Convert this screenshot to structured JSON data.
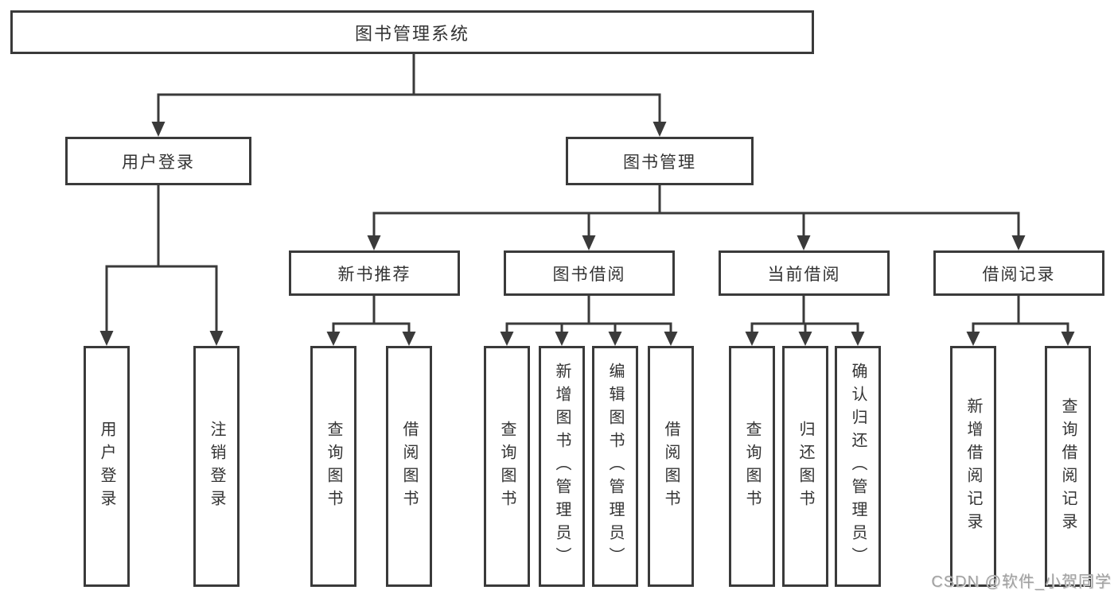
{
  "diagram": {
    "root": {
      "label": "图书管理系统"
    },
    "level2": {
      "user_login": {
        "label": "用户登录"
      },
      "book_management": {
        "label": "图书管理"
      }
    },
    "level3": {
      "new_book_recommend": {
        "label": "新书推荐"
      },
      "book_borrow": {
        "label": "图书借阅"
      },
      "current_borrow": {
        "label": "当前借阅"
      },
      "borrow_record": {
        "label": "借阅记录"
      }
    },
    "leaves": {
      "user_login": [
        "用户登录",
        "注销登录"
      ],
      "new_book_recommend": [
        "查询图书",
        "借阅图书"
      ],
      "book_borrow": [
        "查询图书",
        "新增图书（管理员）",
        "编辑图书（管理员）",
        "借阅图书"
      ],
      "current_borrow": [
        "查询图书",
        "归还图书",
        "确认归还（管理员）"
      ],
      "borrow_record": [
        "新增借阅记录",
        "查询借阅记录"
      ]
    }
  },
  "watermark": {
    "text": "CSDN @软件_小贺同学"
  },
  "colors": {
    "line": "#3a3a3a",
    "text": "#333333",
    "watermark": "#a0a0a0",
    "background": "#ffffff"
  }
}
